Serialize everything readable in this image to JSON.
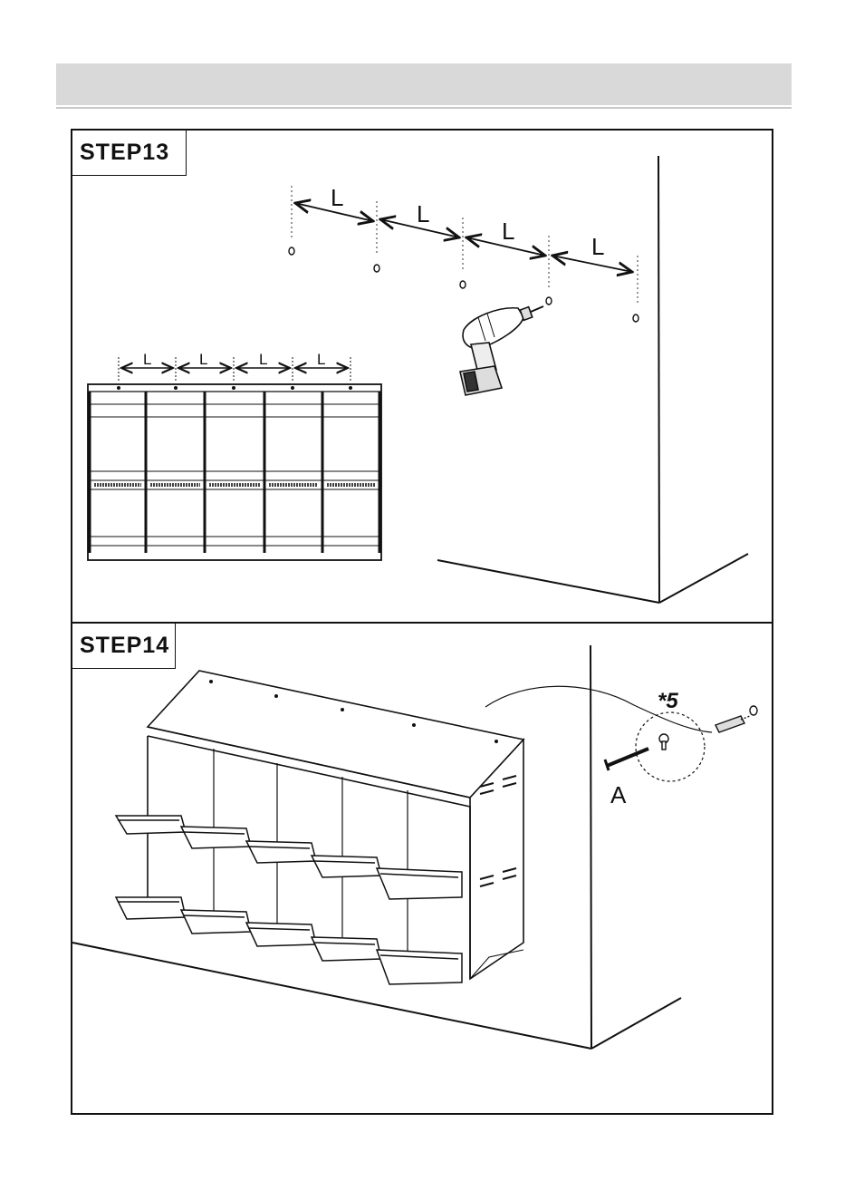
{
  "steps": [
    {
      "label": "STEP13",
      "spacing_label": "L"
    },
    {
      "label": "STEP14",
      "quantity": "*5",
      "part_label": "A"
    }
  ]
}
